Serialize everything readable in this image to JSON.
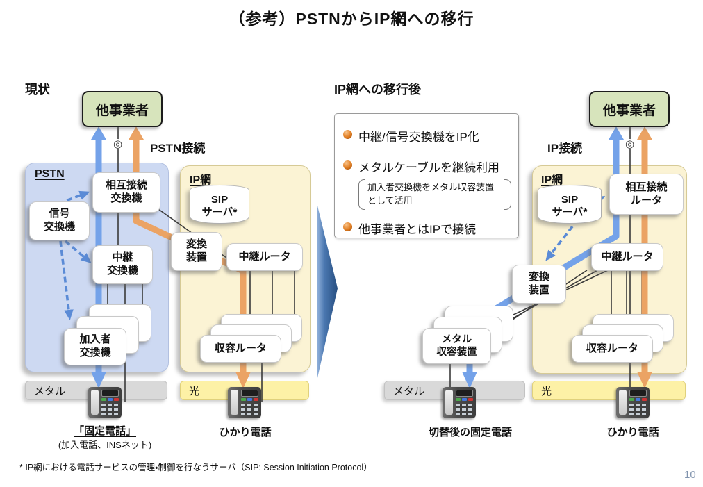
{
  "title": "（参考）PSTNからIP網への移行",
  "page_number": "10",
  "footnote": "* IP網における電話サービスの管理・制御を行なうサーバ（SIP: Session Initiation Protocol）",
  "interconnect_symbol": "◎",
  "current": {
    "heading": "現状",
    "other_carrier": "他事業者",
    "connection_label": "PSTN接続",
    "pstn_network": {
      "label": "PSTN",
      "interconnect_switch": "相互接続\n交換機",
      "signal_switch": "信号\n交換機",
      "transit_switch": "中継\n交換機",
      "subscriber_switch": "加入者\n交換機"
    },
    "ip_network": {
      "label": "IP網",
      "sip_server": "SIP\nサーバ*",
      "converter": "変換\n装置",
      "transit_router": "中継ルータ",
      "access_router": "収容ルータ"
    },
    "metal_label": "メタル",
    "fiber_label": "光",
    "fixed_phone_label": "「固定電話」",
    "fixed_phone_sub": "(加入電話、INSネット)",
    "hikari_phone_label": "ひかり電話"
  },
  "after": {
    "heading": "IP網への移行後",
    "connection_label": "IP接続",
    "other_carrier": "他事業者",
    "bullets": [
      {
        "text": "中継/信号交換機をIP化"
      },
      {
        "text": "メタルケーブルを継続利用",
        "note": "加入者交換機をメタル収容装置\nとして活用"
      },
      {
        "text": "他事業者とはIPで接続"
      }
    ],
    "ip_network": {
      "label": "IP網",
      "sip_server": "SIP\nサーバ*",
      "interconnect_router": "相互接続\nルータ",
      "transit_router": "中継ルータ",
      "converter": "変換\n装置",
      "access_router": "収容ルータ"
    },
    "metal_terminal": "メタル\n収容装置",
    "metal_label": "メタル",
    "fiber_label": "光",
    "switched_phone_label": "切替後の固定電話",
    "hikari_phone_label": "ひかり電話"
  },
  "colors": {
    "blue_arrow": "#74a2e9",
    "orange_arrow": "#eba364",
    "dashed_blue": "#5b8bd6",
    "carrier_green": "#d7e4bc",
    "pstn_blue": "#cdd9f2",
    "ip_yellow": "#fbf3d4",
    "metal_gray": "#d9d9d9",
    "fiber_yellow": "#fdf1a6",
    "big_arrow_blue": "#3a69a5"
  }
}
